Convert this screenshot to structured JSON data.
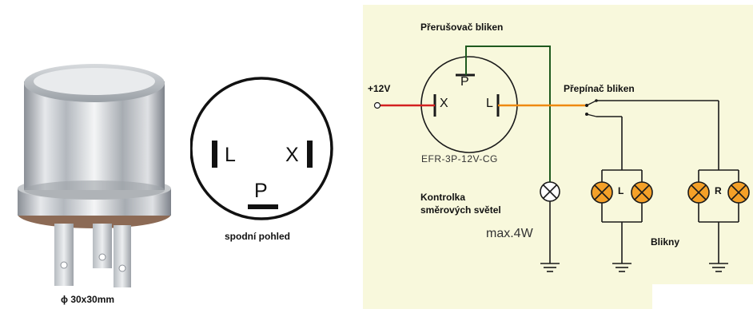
{
  "product": {
    "size_label": "ϕ 30x30mm"
  },
  "bottom_view": {
    "caption": "spodní pohled",
    "pin_left": "L",
    "pin_right": "X",
    "pin_bottom": "P"
  },
  "schematic": {
    "title": "Přerušovač bliken",
    "supply_label": "+12V",
    "relay_pin_p": "P",
    "relay_pin_x": "X",
    "relay_pin_l": "L",
    "relay_model": "EFR-3P-12V-CG",
    "switch_label": "Přepínač bliken",
    "indicator_label_line1": "Kontrolka",
    "indicator_label_line2": "směrových světel",
    "indicator_power": "max.4W",
    "left_group_label": "L",
    "right_group_label": "R",
    "blinkers_label": "Blikny"
  },
  "colors": {
    "panel_bg": "#f8f8dc",
    "wire_black": "#1a1a1a",
    "wire_green": "#1e5a1e",
    "wire_red": "#d42020",
    "wire_orange": "#ee8a10",
    "lamp_fill": "#f4a028"
  }
}
